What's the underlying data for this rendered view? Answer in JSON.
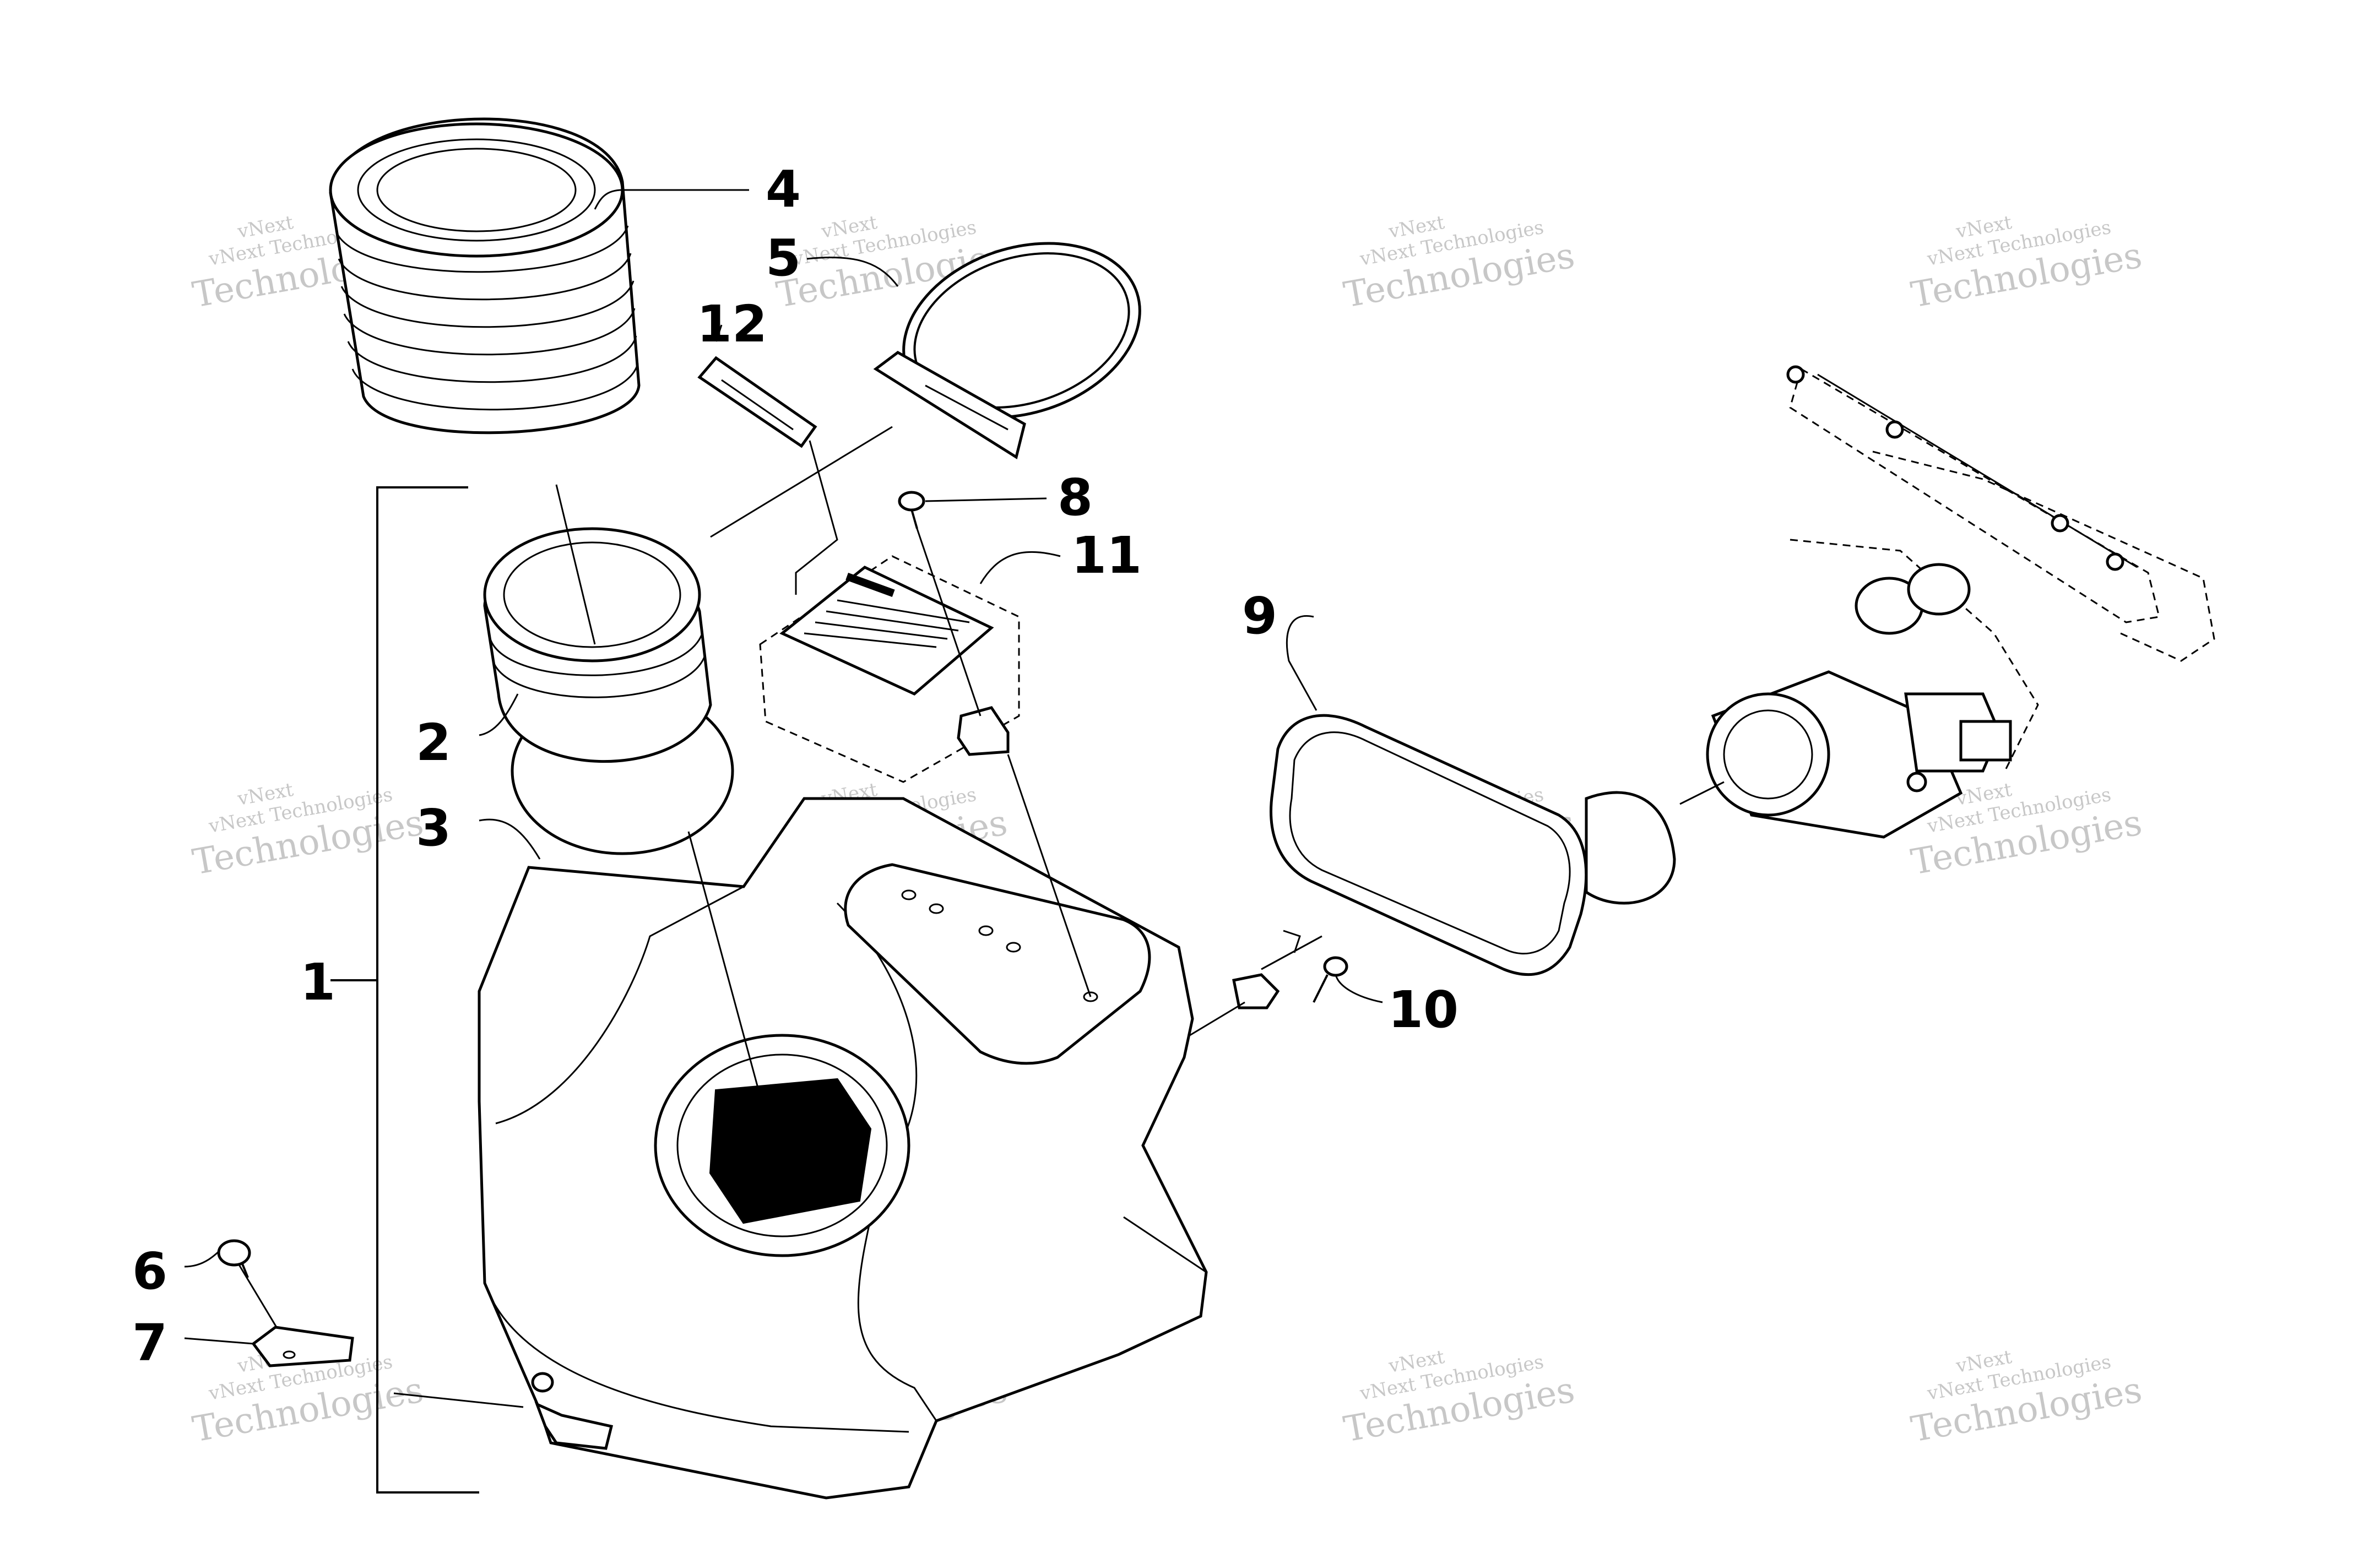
{
  "callouts": {
    "c1": "1",
    "c2": "2",
    "c3": "3",
    "c4": "4",
    "c5": "5",
    "c6": "6",
    "c7": "7",
    "c8": "8",
    "c9": "9",
    "c10": "10",
    "c11": "11",
    "c12": "12"
  },
  "watermark": {
    "line1": "vNext Technologies",
    "line2": "Technologies",
    "line3": "vNext"
  }
}
